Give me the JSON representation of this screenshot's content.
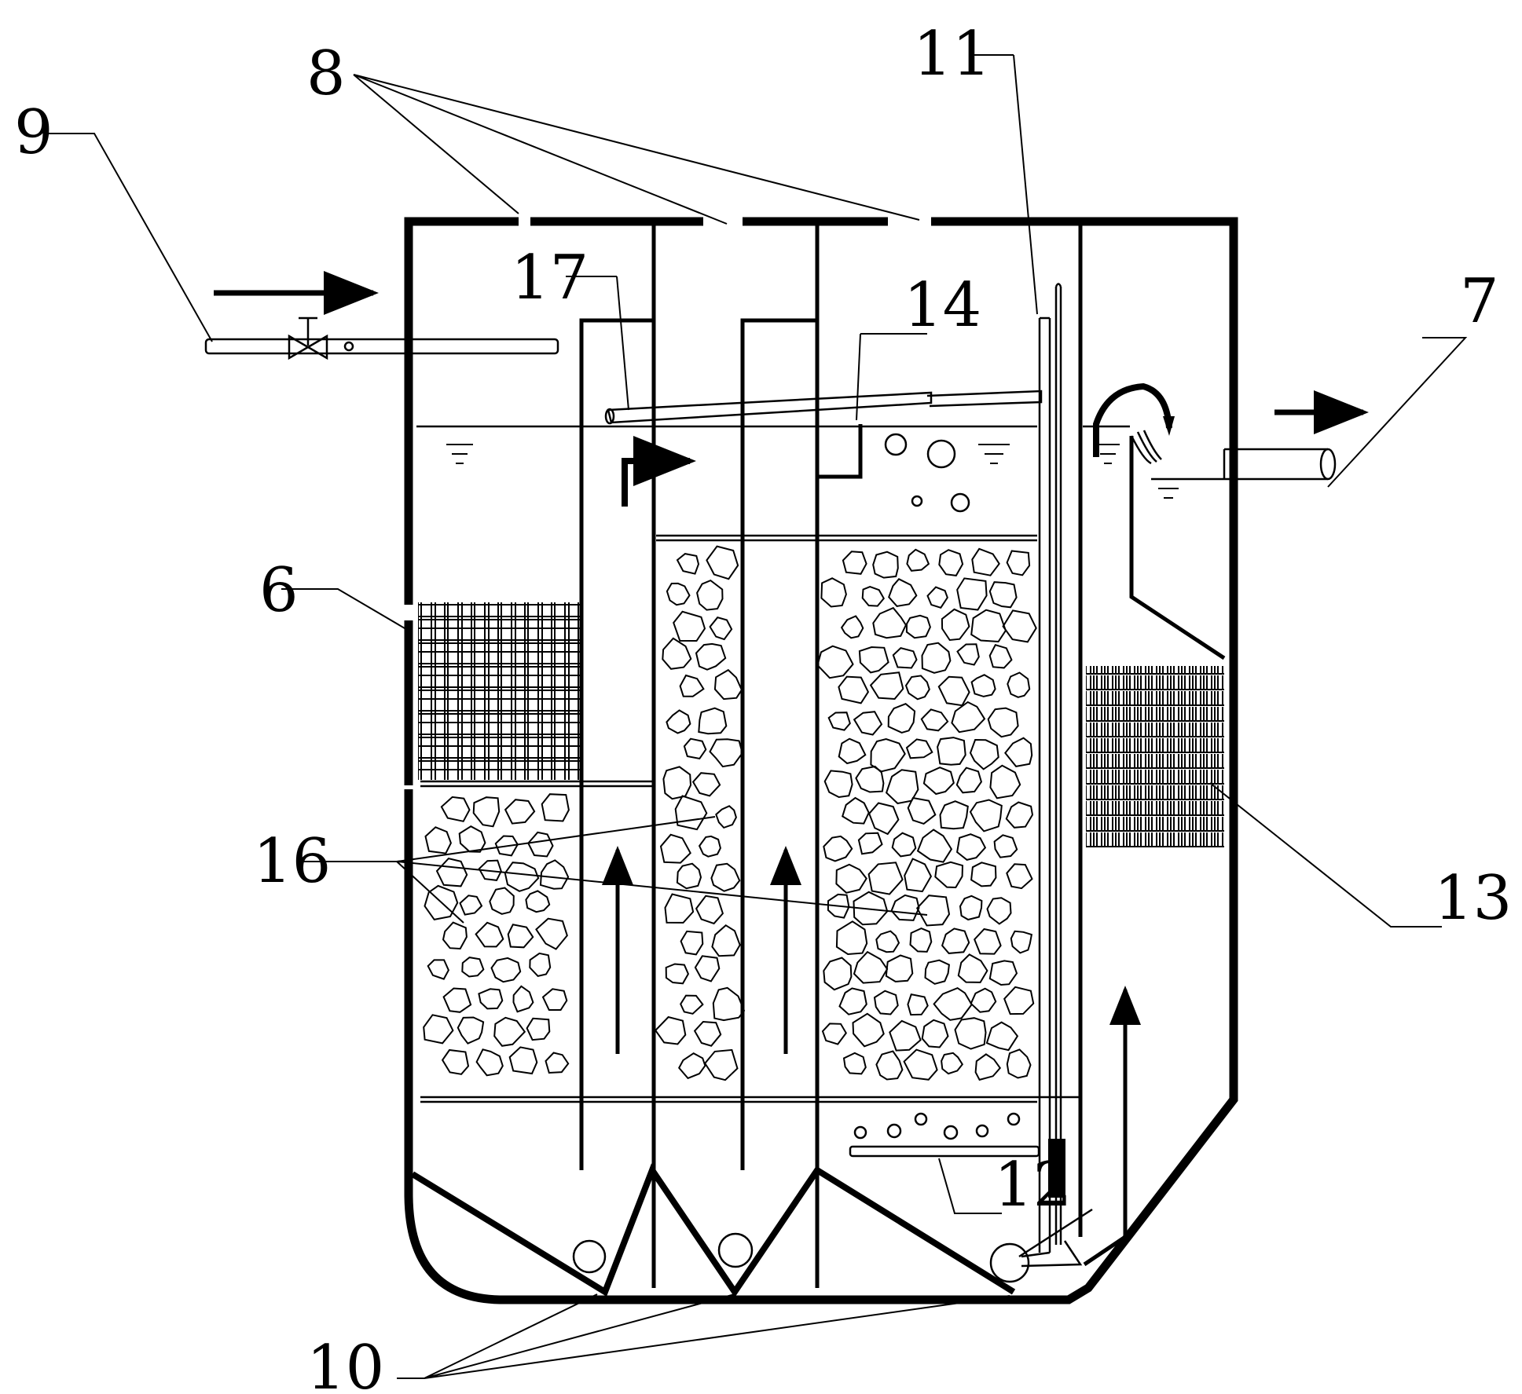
{
  "labels": {
    "l6": "6",
    "l7": "7",
    "l8": "8",
    "l9": "9",
    "l10": "10",
    "l11": "11",
    "l12": "12",
    "l13": "13",
    "l14": "14",
    "l16": "16",
    "l17": "17"
  }
}
